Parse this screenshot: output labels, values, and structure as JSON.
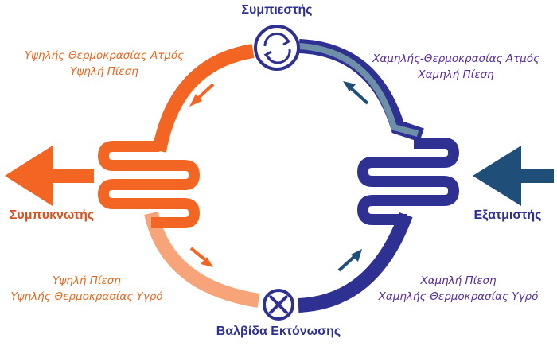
{
  "labels": {
    "compressor": "Συμπιεστής",
    "condenser": "Συμπυκνωτής",
    "evaporator": "Εξατμιστής",
    "expansion_valve": "Βαλβίδα Εκτόνωσης",
    "top_left_line1": "Υψηλής-Θερμοκρασίας Ατμός",
    "top_left_line2": "Υψηλή Πίεση",
    "top_right_line1": "Χαμηλής-Θερμοκρασίας Ατμός",
    "top_right_line2": "Χαμηλή Πίεση",
    "bottom_left_line1": "Υψηλή Πίεση",
    "bottom_left_line2": "Υψηλής-Θερμοκρασίας Υγρό",
    "bottom_right_line1": "Χαμηλή Πίεση",
    "bottom_right_line2": "Χαμηλής-Θερμοκρασίας Υγρό"
  },
  "colors": {
    "hot": "#f26522",
    "hot_light": "#f7a47a",
    "cold": "#2e3192",
    "cold_light": "#6d8fa8",
    "arrow_dark": "#1f4e79",
    "title_blue": "#2e3192",
    "title_orange": "#d9531e",
    "note_orange": "#e8671e",
    "note_purple": "#5b2d9b"
  },
  "icons": {
    "compressor": "circular-arrow-icon",
    "valve": "x-circle-icon"
  }
}
